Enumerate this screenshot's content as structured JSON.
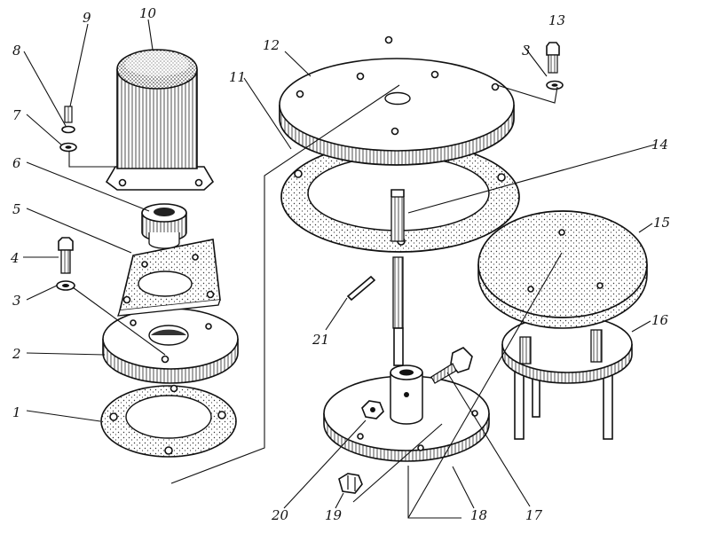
{
  "figure": {
    "callouts": [
      {
        "id": "1",
        "text": "1"
      },
      {
        "id": "2",
        "text": "2"
      },
      {
        "id": "3a",
        "text": "3"
      },
      {
        "id": "3b",
        "text": "3"
      },
      {
        "id": "4",
        "text": "4"
      },
      {
        "id": "5",
        "text": "5"
      },
      {
        "id": "6",
        "text": "6"
      },
      {
        "id": "7",
        "text": "7"
      },
      {
        "id": "8",
        "text": "8"
      },
      {
        "id": "9",
        "text": "9"
      },
      {
        "id": "10",
        "text": "10"
      },
      {
        "id": "11",
        "text": "11"
      },
      {
        "id": "12",
        "text": "12"
      },
      {
        "id": "13",
        "text": "13"
      },
      {
        "id": "14",
        "text": "14"
      },
      {
        "id": "15",
        "text": "15"
      },
      {
        "id": "16",
        "text": "16"
      },
      {
        "id": "17",
        "text": "17"
      },
      {
        "id": "18",
        "text": "18"
      },
      {
        "id": "19",
        "text": "19"
      },
      {
        "id": "20",
        "text": "20"
      },
      {
        "id": "21",
        "text": "21"
      }
    ]
  }
}
